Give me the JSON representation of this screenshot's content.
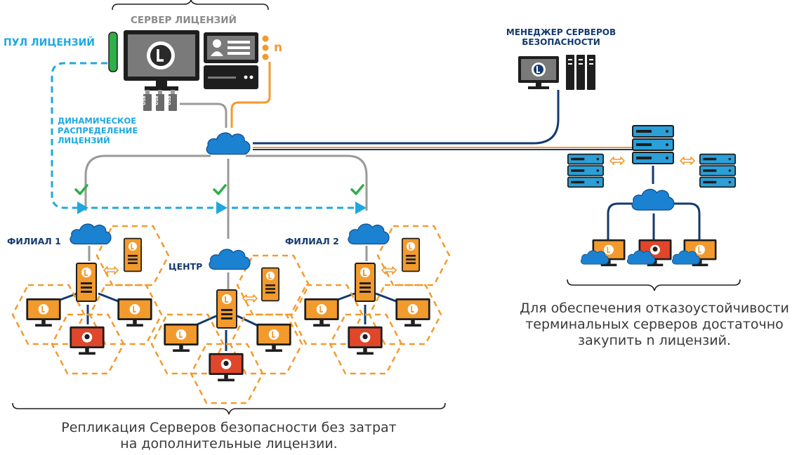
{
  "labels": {
    "license_server": "СЕРВЕР ЛИЦЕНЗИЙ",
    "license_pool": "ПУЛ ЛИЦЕНЗИЙ",
    "n_marker": "n",
    "usb": "USB",
    "dynamic_distribution": [
      "ДИНАМИЧЕСКОЕ",
      "РАСПРЕДЕЛЕНИЕ",
      "ЛИЦЕНЗИЙ"
    ],
    "security_manager": [
      "МЕНЕДЖЕР СЕРВЕРОВ",
      "БЕЗОПАСНОСТИ"
    ],
    "branch_1": "ФИЛИАЛ 1",
    "branch_2": "ФИЛИАЛ 2",
    "center": "ЦЕНТР"
  },
  "captions": {
    "left": [
      "Репликация Серверов безопасности без затрат",
      "на дополнительные лицензии."
    ],
    "right": [
      "Для обеспечения отказоустойчивости",
      "терминальных серверов достаточно",
      "закупить n лицензий."
    ]
  },
  "colors": {
    "orange": "#f39a2d",
    "cyan": "#1fa8e0",
    "navy": "#143a6e",
    "gray": "#9a9a9a",
    "green": "#2fae4a",
    "cloud": "#1b82d1"
  }
}
